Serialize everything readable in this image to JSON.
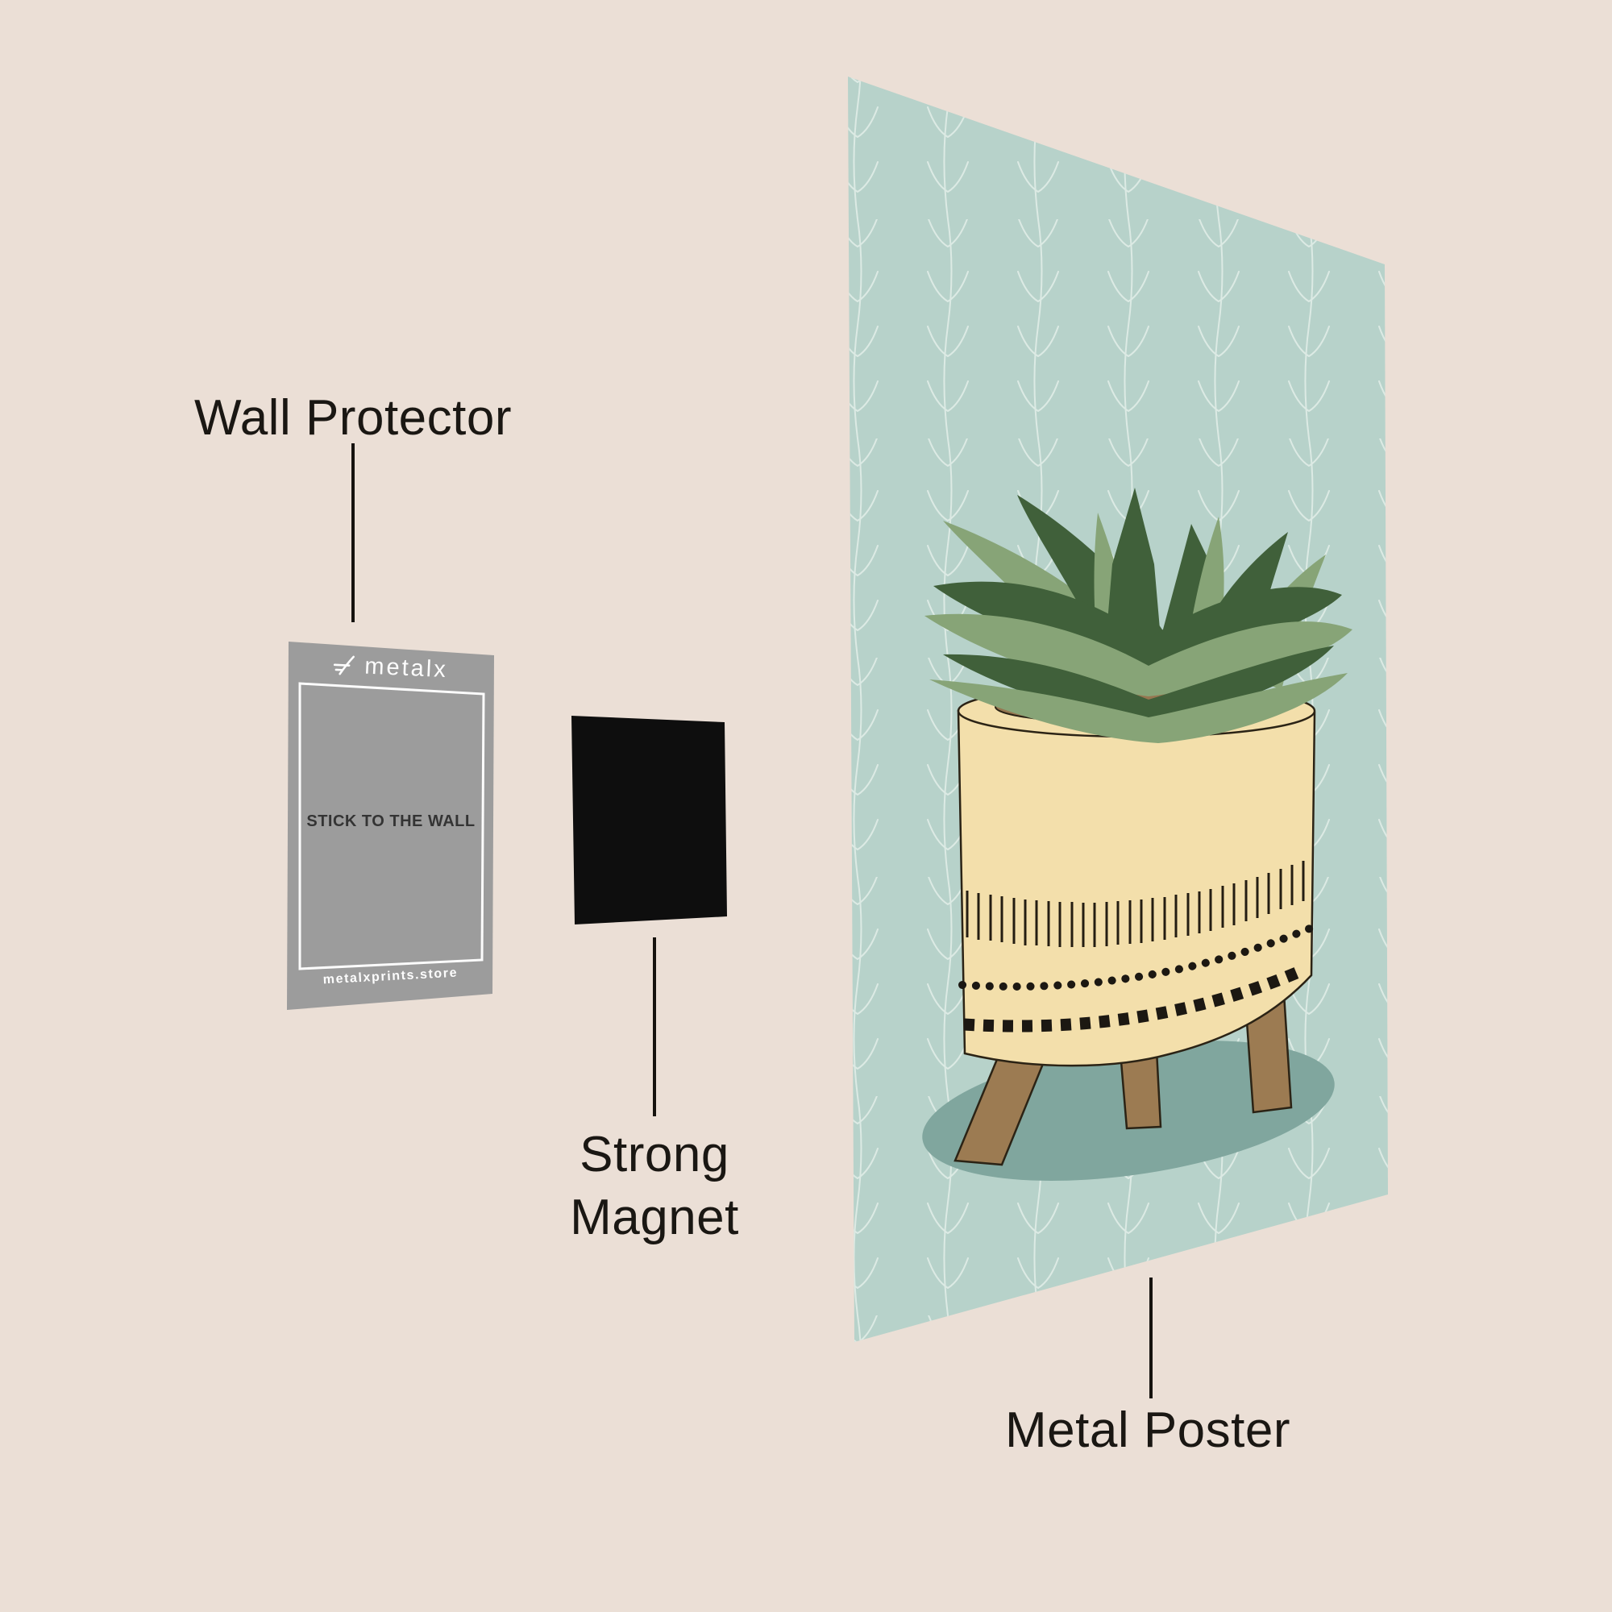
{
  "scene": {
    "background_color": "#ebdfd6",
    "label_color": "#1a1713"
  },
  "labels": {
    "wall_protector": "Wall Protector",
    "strong_magnet": {
      "line1": "Strong",
      "line2": "Magnet"
    },
    "metal_poster": "Metal Poster"
  },
  "wall_protector_card": {
    "brand": "metalx",
    "message": "STICK TO THE WALL",
    "website": "metalxprints.store",
    "bg_color": "#9c9c9c"
  },
  "magnet": {
    "color": "#0e0e0e"
  },
  "poster": {
    "bg_color": "#b7d2ca",
    "illustration": "potted succulent plant",
    "colors": {
      "leaf_dark": "#40603a",
      "leaf_sage": "#87a477",
      "pot": "#f3dfab",
      "soil": "#967650",
      "legs": "#9c7b52",
      "shadow": "#80a69e",
      "outline": "#2b2315",
      "pattern": "#e3efe9"
    }
  }
}
